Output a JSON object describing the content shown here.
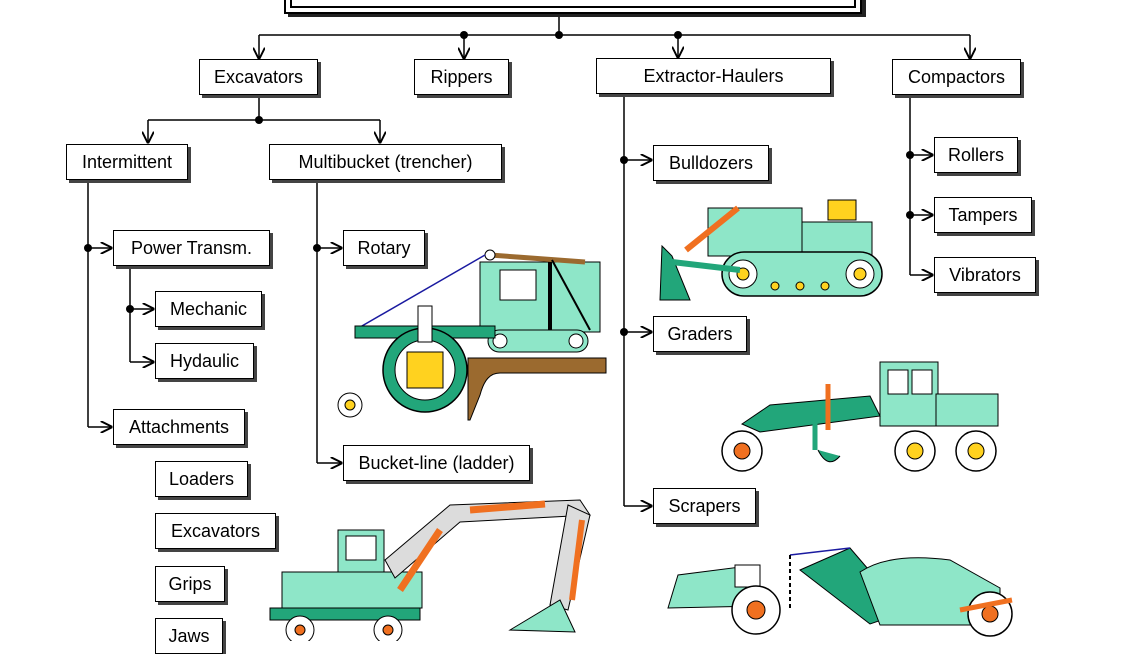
{
  "diagram": {
    "top": {
      "excavators": "Excavators",
      "rippers": "Rippers",
      "extractor_haulers": "Extractor-Haulers",
      "compactors": "Compactors"
    },
    "excavators": {
      "intermittent": "Intermittent",
      "multibucket": "Multibucket (trencher)"
    },
    "intermittent": {
      "power_transm": "Power Transm.",
      "mechanic": "Mechanic",
      "hydaulic": "Hydaulic",
      "attachments": "Attachments",
      "loaders": "Loaders",
      "excavators": "Excavators",
      "grips": "Grips",
      "jaws": "Jaws"
    },
    "multibucket": {
      "rotary": "Rotary",
      "bucket_line": "Bucket-line (ladder)"
    },
    "extractor_haulers": {
      "bulldozers": "Bulldozers",
      "graders": "Graders",
      "scrapers": "Scrapers"
    },
    "compactors": {
      "rollers": "Rollers",
      "tampers": "Tampers",
      "vibrators": "Vibrators"
    }
  },
  "colors": {
    "body": "#8ee6c8",
    "arm": "#22a67a",
    "orange": "#f07020",
    "yellow": "#ffd21f",
    "ground": "#9b6a2f",
    "line": "#000000"
  }
}
